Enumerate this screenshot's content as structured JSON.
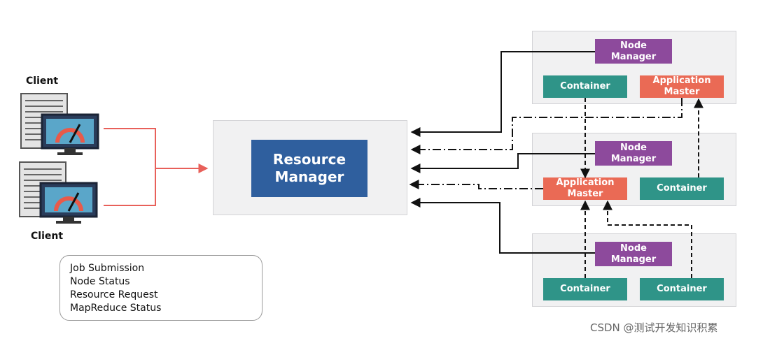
{
  "clients": [
    {
      "label": "Client"
    },
    {
      "label": "Client"
    }
  ],
  "resource_manager": {
    "label": "Resource\nManager"
  },
  "nodes": [
    {
      "node_manager": "Node\nManager",
      "left": "Container",
      "right": "Application\nMaster"
    },
    {
      "node_manager": "Node\nManager",
      "left": "Application\nMaster",
      "right": "Container"
    },
    {
      "node_manager": "Node\nManager",
      "left": "Container",
      "right": "Container"
    }
  ],
  "legend": [
    {
      "label": "Job Submission",
      "style": "solid",
      "color": "#e8605a"
    },
    {
      "label": "Node Status",
      "style": "solid",
      "color": "#111111"
    },
    {
      "label": "Resource Request",
      "style": "dashdot",
      "color": "#111111"
    },
    {
      "label": "MapReduce Status",
      "style": "dashed",
      "color": "#111111"
    }
  ],
  "watermark": "CSDN @测试开发知识积累",
  "colors": {
    "node_manager": "#8d4a9c",
    "container": "#2f9488",
    "application_master": "#ea6a55",
    "resource_manager": "#2f5f9e",
    "job_submission": "#e8605a"
  }
}
